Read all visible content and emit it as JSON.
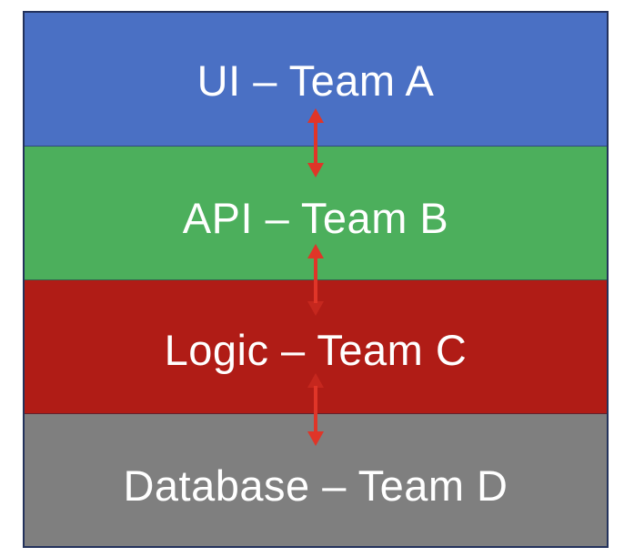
{
  "layers": [
    {
      "label": "UI – Team A",
      "color": "#4a70c4"
    },
    {
      "label": "API – Team B",
      "color": "#4caf5c"
    },
    {
      "label": "Logic – Team C",
      "color": "#b01c16"
    },
    {
      "label": "Database – Team D",
      "color": "#7f7f7f"
    }
  ],
  "arrow_color": "#e03528"
}
